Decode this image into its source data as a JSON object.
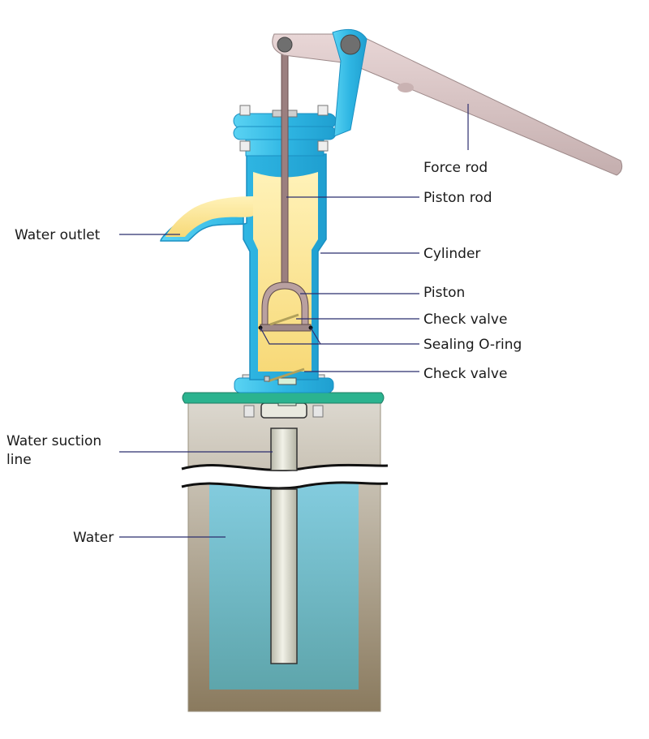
{
  "diagram": {
    "labels": {
      "force_rod": "Force rod",
      "piston_rod": "Piston rod",
      "cylinder": "Cylinder",
      "piston": "Piston",
      "check_valve_upper": "Check valve",
      "sealing_o_ring": "Sealing O-ring",
      "check_valve_lower": "Check valve",
      "water_outlet": "Water outlet",
      "water_suction_line_1": "Water suction",
      "water_suction_line_2": "line",
      "water": "Water"
    },
    "colors": {
      "pump_body": "#3ec3ea",
      "pump_body_dark": "#1a8fc2",
      "water_in_pump": "#fbe38f",
      "handle": "#d9c3c3",
      "pivot": "#6f6f6f",
      "base_plate": "#2bb38f",
      "well_wall": "#9c907a",
      "well_water": "#6bbccb",
      "pipe": "#cfcfbe",
      "leader_line": "#2b2d6e"
    }
  }
}
